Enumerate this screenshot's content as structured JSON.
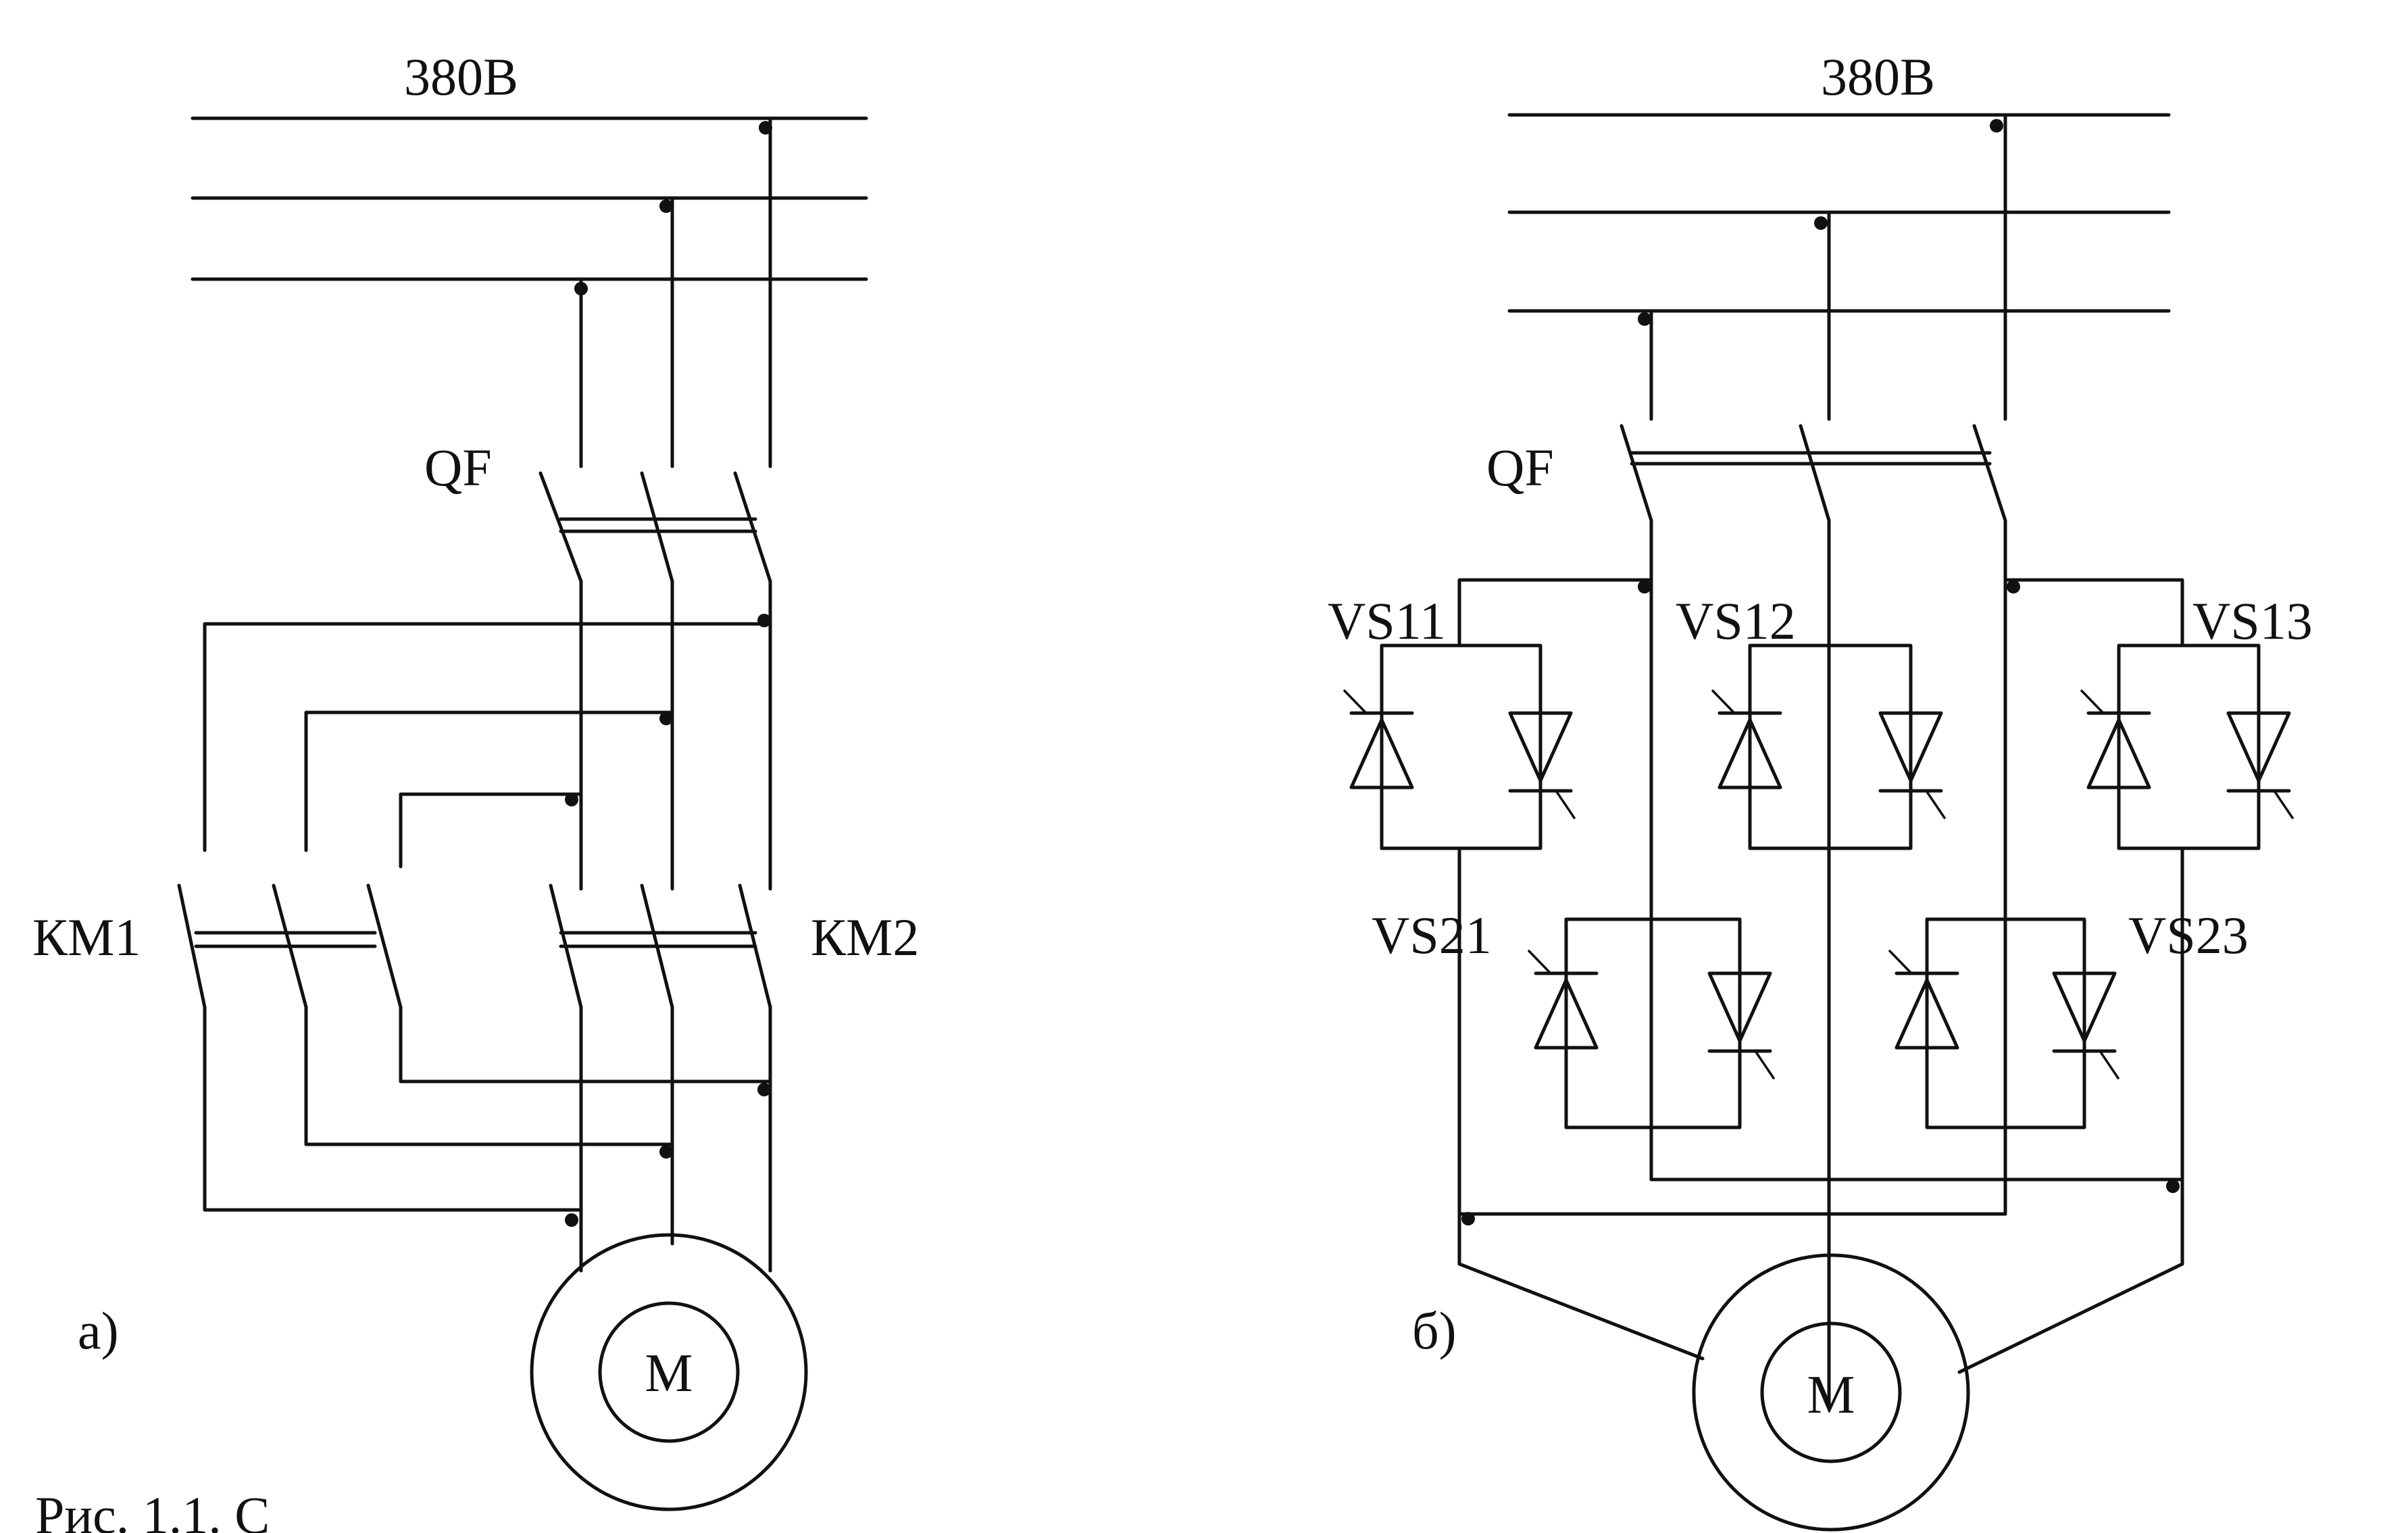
{
  "diagram_a": {
    "supply_label": "380В",
    "breaker_label": "QF",
    "contactor1_label": "КМ1",
    "contactor2_label": "КМ2",
    "motor_label": "M",
    "panel_label": "а)"
  },
  "diagram_b": {
    "supply_label": "380В",
    "breaker_label": "QF",
    "thyristor_labels": [
      "VS11",
      "VS12",
      "VS13",
      "VS21",
      "VS23"
    ],
    "motor_label": "M",
    "panel_label": "б)"
  },
  "caption": {
    "text": "Рис. 1.1. С"
  }
}
